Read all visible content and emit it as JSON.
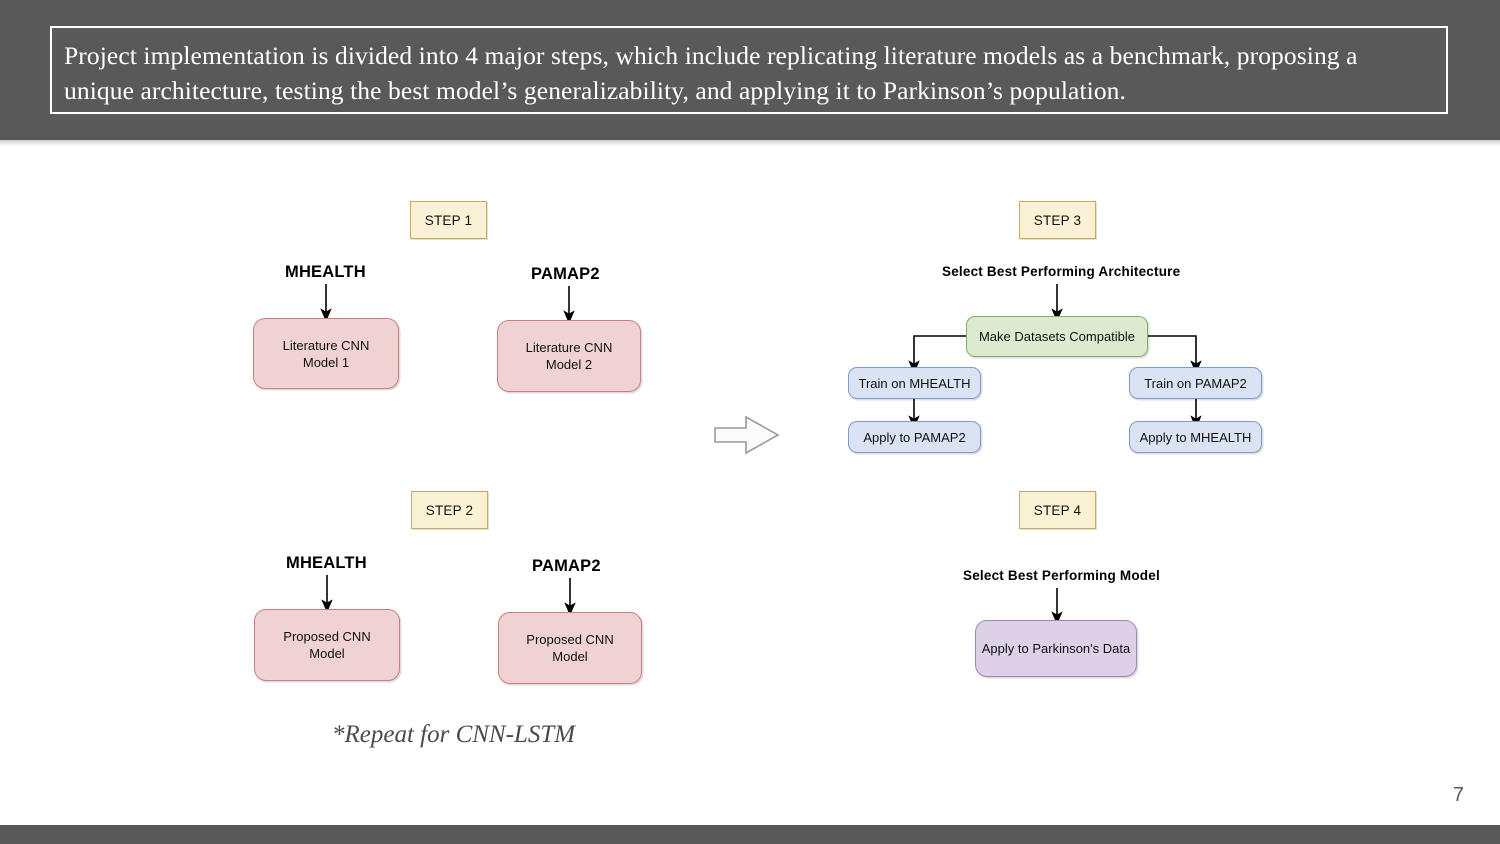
{
  "header": {
    "text": "Project implementation is divided into 4 major steps, which include replicating literature models as a benchmark, proposing a unique architecture, testing the best model’s generalizability, and applying it to Parkinson’s population.",
    "band_color": "#595959",
    "border_color": "#ffffff",
    "text_color": "#ffffff"
  },
  "footer": {
    "page_number": "7",
    "band_color": "#595959"
  },
  "diagram": {
    "transition_arrow_icon": "arrow-right-icon",
    "footnote": "*Repeat for CNN-LSTM",
    "palette": {
      "step_chip_fill": "#fbf2d5",
      "step_chip_border": "#c9ab57",
      "pink_fill": "#f1d2d2",
      "pink_border": "#c87f80",
      "green_fill": "#dcebd0",
      "green_border": "#85ab69",
      "blue_fill": "#dae3f4",
      "blue_border": "#7e9cc8",
      "purple_fill": "#ddd1e8",
      "purple_border": "#9f86b5",
      "connector": "#000000"
    },
    "steps": [
      {
        "id": "step-1",
        "chip_label": "STEP 1",
        "titles": [
          "MHEALTH",
          "PAMAP2"
        ],
        "boxes": [
          "Literature CNN\nModel 1",
          "Literature CNN\nModel 2"
        ]
      },
      {
        "id": "step-2",
        "chip_label": "STEP 2",
        "titles": [
          "MHEALTH",
          "PAMAP2"
        ],
        "boxes": [
          "Proposed CNN\nModel",
          "Proposed CNN\nModel"
        ]
      },
      {
        "id": "step-3",
        "chip_label": "STEP 3",
        "title": "Select Best Performing Architecture",
        "root_box": "Make Datasets Compatible",
        "left_branch": [
          "Train on MHEALTH",
          "Apply to PAMAP2"
        ],
        "right_branch": [
          "Train on PAMAP2",
          "Apply to MHEALTH"
        ]
      },
      {
        "id": "step-4",
        "chip_label": "STEP 4",
        "title": "Select Best Performing Model",
        "box": "Apply to Parkinson's Data"
      }
    ]
  }
}
